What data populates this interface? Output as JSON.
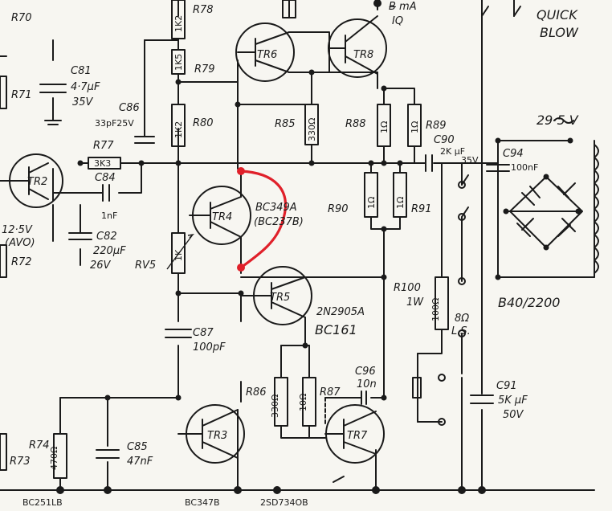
{
  "labels": {
    "r70": "R70",
    "r71": "R71",
    "c81": "C81",
    "c81_val": "4·7µF",
    "c81_volt": "35V",
    "r78": "R78",
    "r78_val": "1K2",
    "r79": "R79",
    "r79_val": "1K5",
    "r80": "R80",
    "r80_val": "1K2",
    "c86": "C86",
    "c86_val": "33pF25V",
    "tr6": "TR6",
    "tr8": "TR8",
    "tr8_top": "B̶ mA",
    "iq": "IQ",
    "quick": "QUICK",
    "blow": "BLOW",
    "r77": "R77",
    "r77_val": "3K3",
    "c84": "C84",
    "c84_val": "1nF",
    "tr2": "TR2",
    "tr2_note": "12·5V",
    "tr2_note2": "(AVO)",
    "c82": "C82",
    "c82_val": "220µF",
    "c82_volt": "26V",
    "r72": "R72",
    "r85": "R85",
    "r85_val": "330Ω",
    "r88": "R88",
    "r88_a": "1Ω",
    "r88_b": "1Ω",
    "r89": "R89",
    "c90": "C90",
    "c90_val": "2K µF",
    "c90_volt": "35V",
    "v29": "29·5 V",
    "c94": "C94",
    "c94_val": "100nF",
    "tr4": "TR4",
    "tr4_part": "BC349A",
    "tr4_alt": "(BC237B)",
    "r90": "R90",
    "r91": "R91",
    "r90_val": "1Ω",
    "r91_val": "1Ω",
    "rv5": "RV5",
    "rv5_val": "1K",
    "tr5": "TR5",
    "tr5_part": "2N2905A",
    "tr5_alt": "BC161",
    "r100": "R100",
    "r100_w": "1W",
    "r100_val": "100Ω",
    "ls": "8Ω",
    "ls2": "L.S.",
    "bridge": "B40/2200",
    "c87": "C87",
    "c87_val": "100pF",
    "c96": "C96",
    "c96_val": "10n",
    "r86": "R86",
    "r86_val": "330Ω",
    "r87": "R87",
    "r87_val": "10Ω",
    "c91": "C91",
    "c91_val": "5K µF",
    "c91_volt": "50V",
    "r74": "R74",
    "r74_val": "470Ω",
    "r73": "R73",
    "c85": "C85",
    "c85_val": "47nF",
    "tr3": "TR3",
    "tr7": "TR7",
    "bot1": "BC251LB",
    "bot2": "BC347B",
    "bot3": "2SD734OB"
  },
  "colors": {
    "ink": "#1a1a1a",
    "paper": "#f7f6f1",
    "annotation": "#e0202a"
  }
}
